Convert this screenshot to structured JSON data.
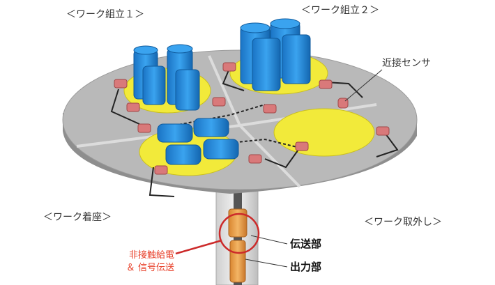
{
  "labels": {
    "assembly1": "＜ワーク組立１＞",
    "assembly2": "＜ワーク組立２＞",
    "proximity_sensor": "近接センサ",
    "seating": "＜ワーク着座＞",
    "removal": "＜ワーク取外し＞",
    "transmission": "伝送部",
    "output": "出力部",
    "contactless_line1": "非接触給電",
    "contactless_line2": "＆ 信号伝送"
  },
  "colors": {
    "table": "#b9b9b9",
    "table_edge": "#8e8e8e",
    "pad": "#f2ea3a",
    "work": "#1f8ad8",
    "sensor": "#d9797a",
    "highlight": "#cc2a2a",
    "coupler": "#e59a3c"
  }
}
